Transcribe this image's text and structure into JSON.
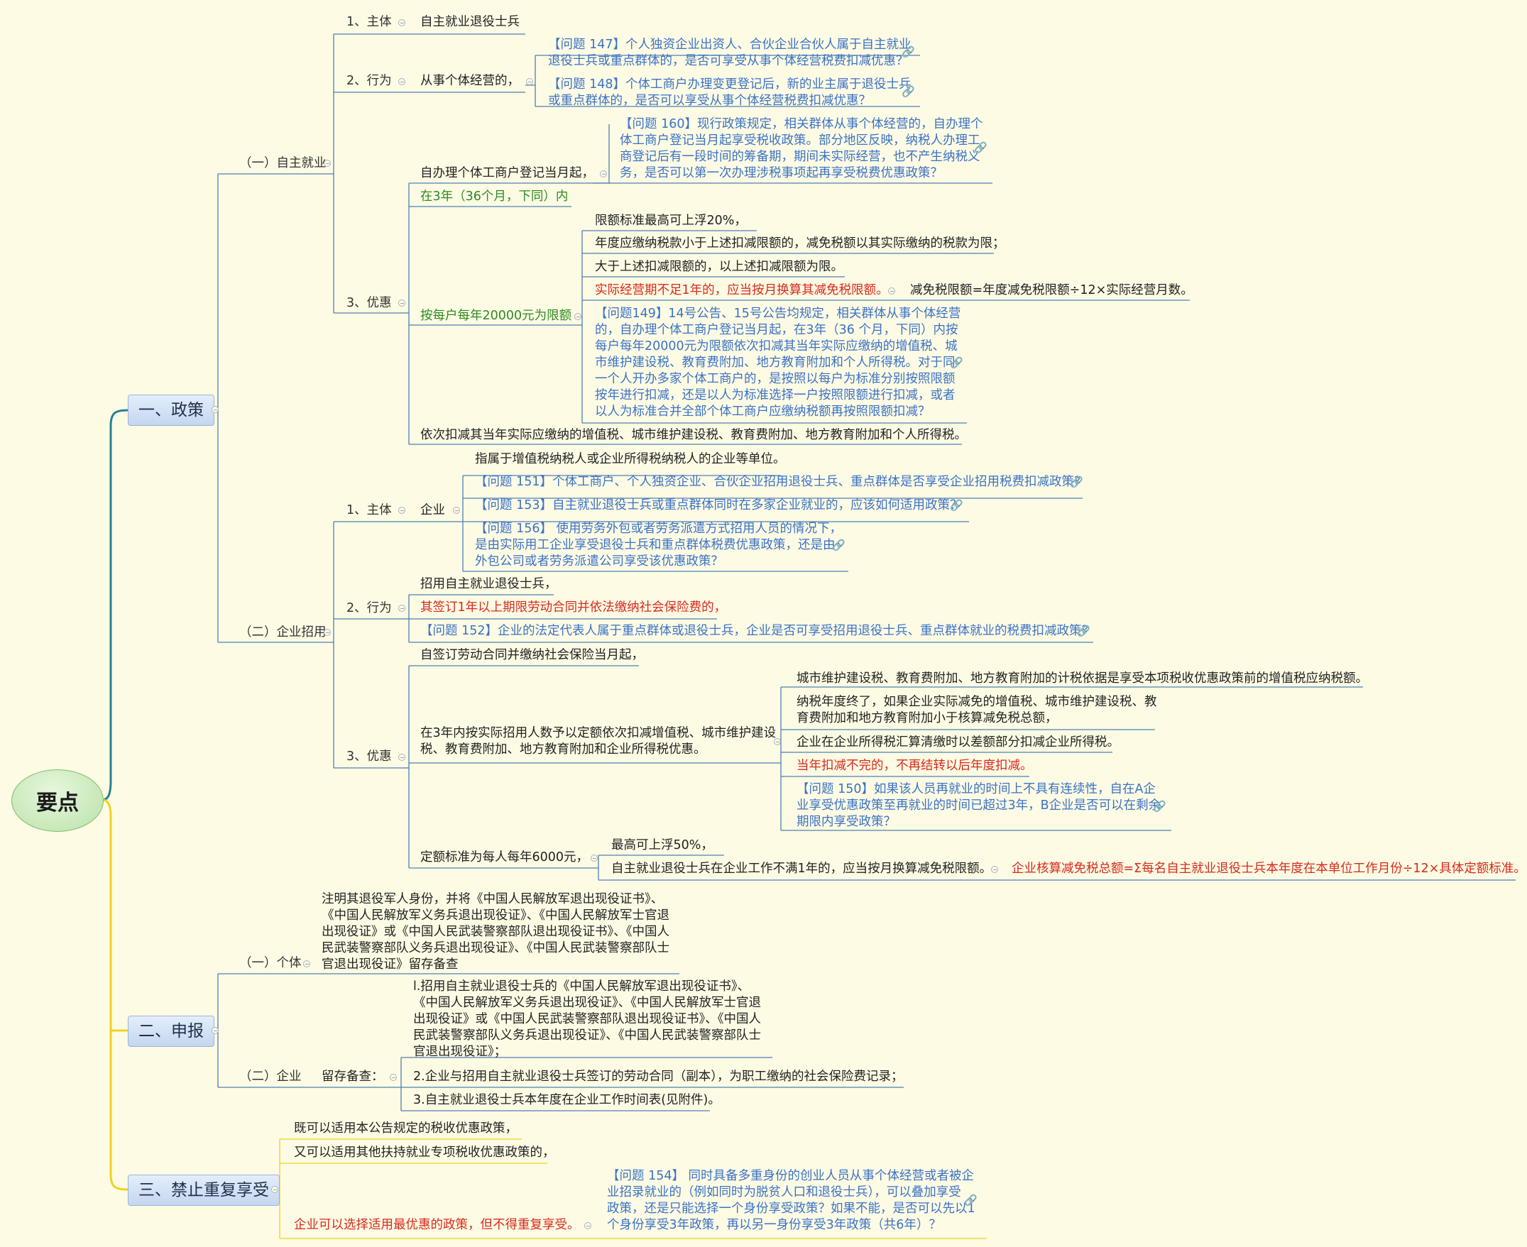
{
  "root": "要点",
  "sections": {
    "policy": {
      "title": "一、政策",
      "self_employment": {
        "title": "（一）自主就业",
        "subject": {
          "label": "1、主体",
          "value": "自主就业退役士兵"
        },
        "action": {
          "label": "2、行为",
          "value": "从事个体经营的，",
          "q147": [
            "【问题 147】个人独资企业出资人、合伙企业合伙人属于自主就业",
            "退役士兵或重点群体的，是否可享受从事个体经营税费扣减优惠？"
          ],
          "q148": [
            "【问题 148】个体工商户办理变更登记后，新的业主属于退役士兵",
            "或重点群体的，是否可以享受从事个体经营税费扣减优惠？"
          ]
        },
        "benefit": {
          "label": "3、优惠",
          "start": "自办理个体工商户登记当月起，",
          "q160": [
            "【问题 160】现行政策规定，相关群体从事个体经营的，自办理个",
            "体工商户登记当月起享受税收政策。部分地区反映，纳税人办理工",
            "商登记后有一段时间的筹备期，期间未实际经营，也不产生纳税义",
            "务，是否可以第一次办理涉税事项起再享受税费优惠政策？"
          ],
          "period": "在3年（36个月，下同）内",
          "limit": "按每户每年20000元为限额",
          "limit_items": [
            "限额标准最高可上浮20%，",
            "年度应缴纳税款小于上述扣减限额的，减免税额以其实际缴纳的税款为限；",
            "大于上述扣减限额的，以上述扣减限额为限。"
          ],
          "short_period": "实际经营期不足1年的，应当按月换算其减免税限额。",
          "formula": "减免税限额=年度减免税限额÷12×实际经营月数。",
          "q149": [
            "【问题149】14号公告、15号公告均规定，相关群体从事个体经营",
            "的，自办理个体工商户登记当月起，在3年（36 个月，下同）内按",
            "每户每年20000元为限额依次扣减其当年实际应缴纳的增值税、城",
            "市维护建设税、教育费附加、地方教育附加和个人所得税。对于同",
            "一个人开办多家个体工商户的，是按照以每户为标准分别按照限额",
            "按年进行扣减，还是以人为标准选择一户按照限额进行扣减，或者",
            "以人为标准合并全部个体工商户应缴纳税额再按照限额扣减？"
          ],
          "deduct": "依次扣减其当年实际应缴纳的增值税、城市维护建设税、教育费附加、地方教育附加和个人所得税。"
        }
      },
      "enterprise": {
        "title": "（二）企业招用",
        "subject": {
          "label": "1、主体",
          "value": "企业",
          "desc": "指属于增值税纳税人或企业所得税纳税人的企业等单位。",
          "q151": "【问题 151】个体工商户、个人独资企业、合伙企业招用退役士兵、重点群体是否享受企业招用税费扣减政策？",
          "q153": "【问题 153】自主就业退役士兵或重点群体同时在多家企业就业的，应该如何适用政策？",
          "q156": [
            "【问题 156】 使用劳务外包或者劳务派遣方式招用人员的情况下，",
            "是由实际用工企业享受退役士兵和重点群体税费优惠政策，还是由",
            "外包公司或者劳务派遣公司享受该优惠政策？"
          ]
        },
        "action": {
          "label": "2、行为",
          "items": [
            "招用自主就业退役士兵，",
            "其签订1年以上期限劳动合同并依法缴纳社会保险费的，"
          ],
          "q152": "【问题 152】企业的法定代表人属于重点群体或退役士兵，企业是否可享受招用退役士兵、重点群体就业的税费扣减政策？"
        },
        "benefit": {
          "label": "3、优惠",
          "start": "自签订劳动合同并缴纳社会保险当月起，",
          "main": [
            "在3年内按实际招用人数予以定额依次扣减增值税、城市维护建设",
            "税、教育费附加、地方教育附加和企业所得税优惠。"
          ],
          "basis": "城市维护建设税、教育费附加、地方教育附加的计税依据是享受本项税收优惠政策前的增值税应纳税额。",
          "year_end": [
            "纳税年度终了，如果企业实际减免的增值税、城市维护建设税、教",
            "育费附加和地方教育附加小于核算减免税总额，"
          ],
          "cit": "企业在企业所得税汇算清缴时以差额部分扣减企业所得税。",
          "no_carry": "当年扣减不完的，不再结转以后年度扣减。",
          "q150": [
            "【问题 150】如果该人员再就业的时间上不具有连续性，自在A企",
            "业享受优惠政策至再就业的时间已超过3年，B企业是否可以在剩余",
            "期限内享受政策？"
          ],
          "quota": "定额标准为每人每年6000元，",
          "max_float": "最高可上浮50%，",
          "short_work": "自主就业退役士兵在企业工作不满1年的，应当按月换算减免税限额。",
          "total_formula": "企业核算减免税总额=Σ每名自主就业退役士兵本年度在本单位工作月份÷12×具体定额标准。"
        }
      }
    },
    "filing": {
      "title": "二、申报",
      "individual": {
        "label": "（一）个体",
        "text": [
          "注明其退役军人身份，并将《中国人民解放军退出现役证书》、",
          "《中国人民解放军义务兵退出现役证》、《中国人民解放军士官退",
          "出现役证》或《中国人民武装警察部队退出现役证书》、《中国人",
          "民武装警察部队义务兵退出现役证》、《中国人民武装警察部队士",
          "官退出现役证》留存备查"
        ]
      },
      "enterprise": {
        "label": "（二）企业",
        "keep": "留存备查：",
        "doc1": [
          "l.招用自主就业退役士兵的《中国人民解放军退出现役证书》、",
          "《中国人民解放军义务兵退出现役证》、《中国人民解放军士官退",
          "出现役证》或《中国人民武装警察部队退出现役证书》、《中国人",
          "民武装警察部队义务兵退出现役证》、《中国人民武装警察部队士",
          "官退出现役证》；"
        ],
        "doc2": "2.企业与招用自主就业退役士兵签订的劳动合同（副本），为职工缴纳的社会保险费记录；",
        "doc3": "3.自主就业退役士兵本年度在企业工作时间表(见附件)。"
      }
    },
    "no_double": {
      "title": "三、禁止重复享受",
      "a": "既可以适用本公告规定的税收优惠政策，",
      "b": "又可以适用其他扶持就业专项税收优惠政策的，",
      "c": "企业可以选择适用最优惠的政策，但不得重复享受。",
      "q154": [
        "【问题 154】 同时具备多重身份的创业人员从事个体经营或者被企",
        "业招录就业的（例如同时为脱贫人口和退役士兵），可以叠加享受",
        "政策，还是只能选择一个身份享受政策？如果不能，是否可以先以1",
        "个身份享受3年政策，再以另一身份享受3年政策（共6年）？"
      ]
    }
  },
  "colors": {
    "teal_branch": "#2a7f93",
    "yellow_branch": "#f0d21f",
    "blue_line": "#4f7fb3",
    "question_text": "#3b72c6",
    "highlight_red": "#d72a1e",
    "highlight_green": "#2e8a22"
  }
}
